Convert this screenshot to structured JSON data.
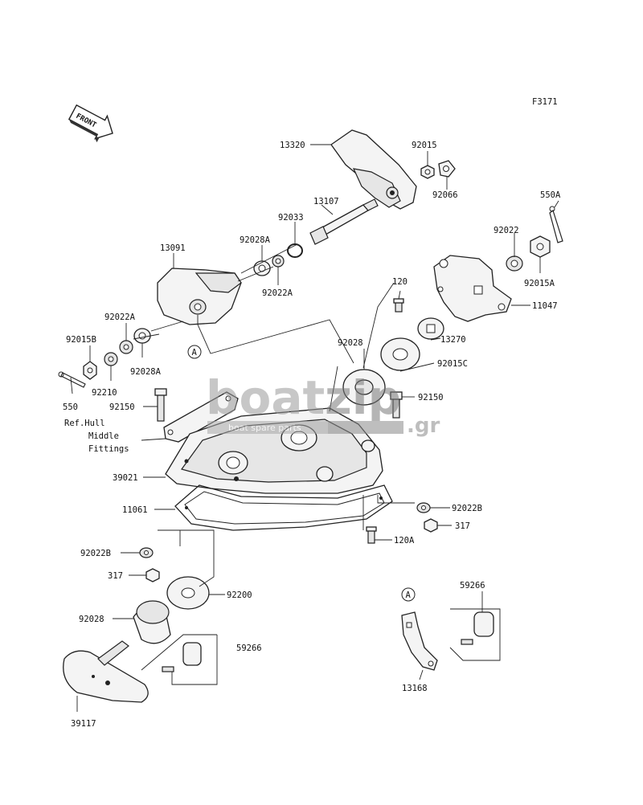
{
  "figure_code": "F3171",
  "front_label": "FRONT",
  "watermark": {
    "brand_a": "boat",
    "brand_b": "zip",
    "tld": ".gr",
    "tagline": "boat spare parts"
  },
  "reference_note": [
    "Ref.Hull",
    "Middle",
    "Fittings"
  ],
  "part_labels": {
    "p13320": "13320",
    "p92015": "92015",
    "p92066": "92066",
    "p13107": "13107",
    "p92033": "92033",
    "p92028A_top": "92028A",
    "p92022A_top": "92022A",
    "p13091": "13091",
    "p550A": "550A",
    "p92022": "92022",
    "p92015A": "92015A",
    "p11047": "11047",
    "p120": "120",
    "p13270": "13270",
    "p92028_mid": "92028",
    "p92015C": "92015C",
    "p92022A_left": "92022A",
    "p92015B": "92015B",
    "p92028A_left": "92028A",
    "p92210": "92210",
    "p550": "550",
    "p92150_left": "92150",
    "p92150_right": "92150",
    "p39021": "39021",
    "p11061": "11061",
    "p92022B_right": "92022B",
    "p317_right": "317",
    "p120A": "120A",
    "p92022B_left": "92022B",
    "p317_left": "317",
    "p92200": "92200",
    "p92028_bottom": "92028",
    "p59266_left": "59266",
    "p39117": "39117",
    "p59266_right": "59266",
    "p13168": "13168",
    "callout_A_top": "A",
    "callout_A_bottom": "A"
  }
}
